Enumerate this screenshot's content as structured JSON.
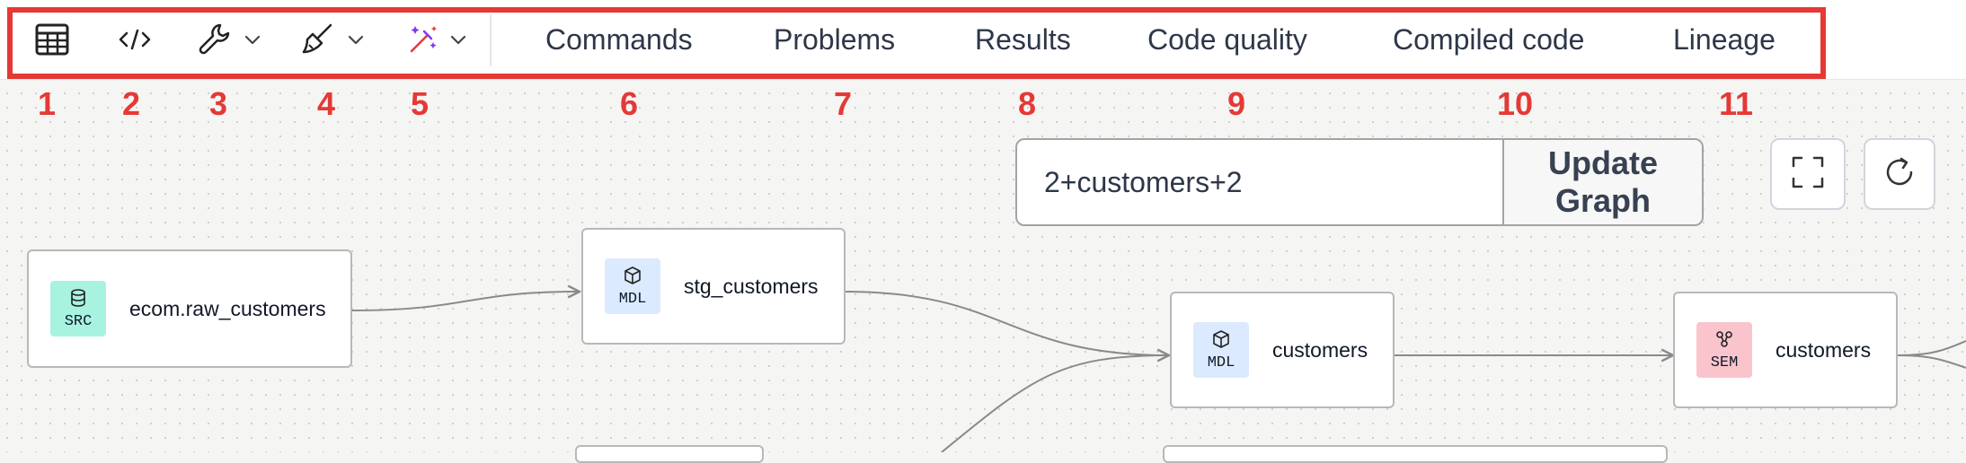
{
  "toolbar": {
    "tools": [
      {
        "id": "table",
        "icon": "table-icon"
      },
      {
        "id": "code",
        "icon": "code-icon"
      },
      {
        "id": "build",
        "icon": "wrench-icon",
        "has_dropdown": true
      },
      {
        "id": "clean",
        "icon": "broom-icon",
        "has_dropdown": true
      },
      {
        "id": "magic",
        "icon": "magic-wand-icon",
        "has_dropdown": true
      }
    ],
    "tabs": [
      {
        "label": "Commands"
      },
      {
        "label": "Problems"
      },
      {
        "label": "Results"
      },
      {
        "label": "Code quality"
      },
      {
        "label": "Compiled code"
      },
      {
        "label": "Lineage"
      }
    ]
  },
  "annotations": {
    "numbers": [
      "1",
      "2",
      "3",
      "4",
      "5",
      "6",
      "7",
      "8",
      "9",
      "10",
      "11"
    ],
    "color": "#e53935"
  },
  "lineage": {
    "selector_value": "2+customers+2",
    "update_label": "Update Graph",
    "fullscreen_icon": "fullscreen-icon",
    "refresh_icon": "refresh-icon",
    "nodes": [
      {
        "badge": "SRC",
        "label": "ecom.raw_customers",
        "badge_icon": "database-icon",
        "badge_color": "#a7f3e0"
      },
      {
        "badge": "MDL",
        "label": "stg_customers",
        "badge_icon": "cube-icon",
        "badge_color": "#dbeafe"
      },
      {
        "badge": "MDL",
        "label": "customers",
        "badge_icon": "cube-icon",
        "badge_color": "#dbeafe"
      },
      {
        "badge": "SEM",
        "label": "customers",
        "badge_icon": "semantic-icon",
        "badge_color": "#f9c4cc"
      }
    ]
  },
  "colors": {
    "accent_red": "#e53935",
    "canvas": "#f5f5f4",
    "edge": "#8a8a8a"
  }
}
